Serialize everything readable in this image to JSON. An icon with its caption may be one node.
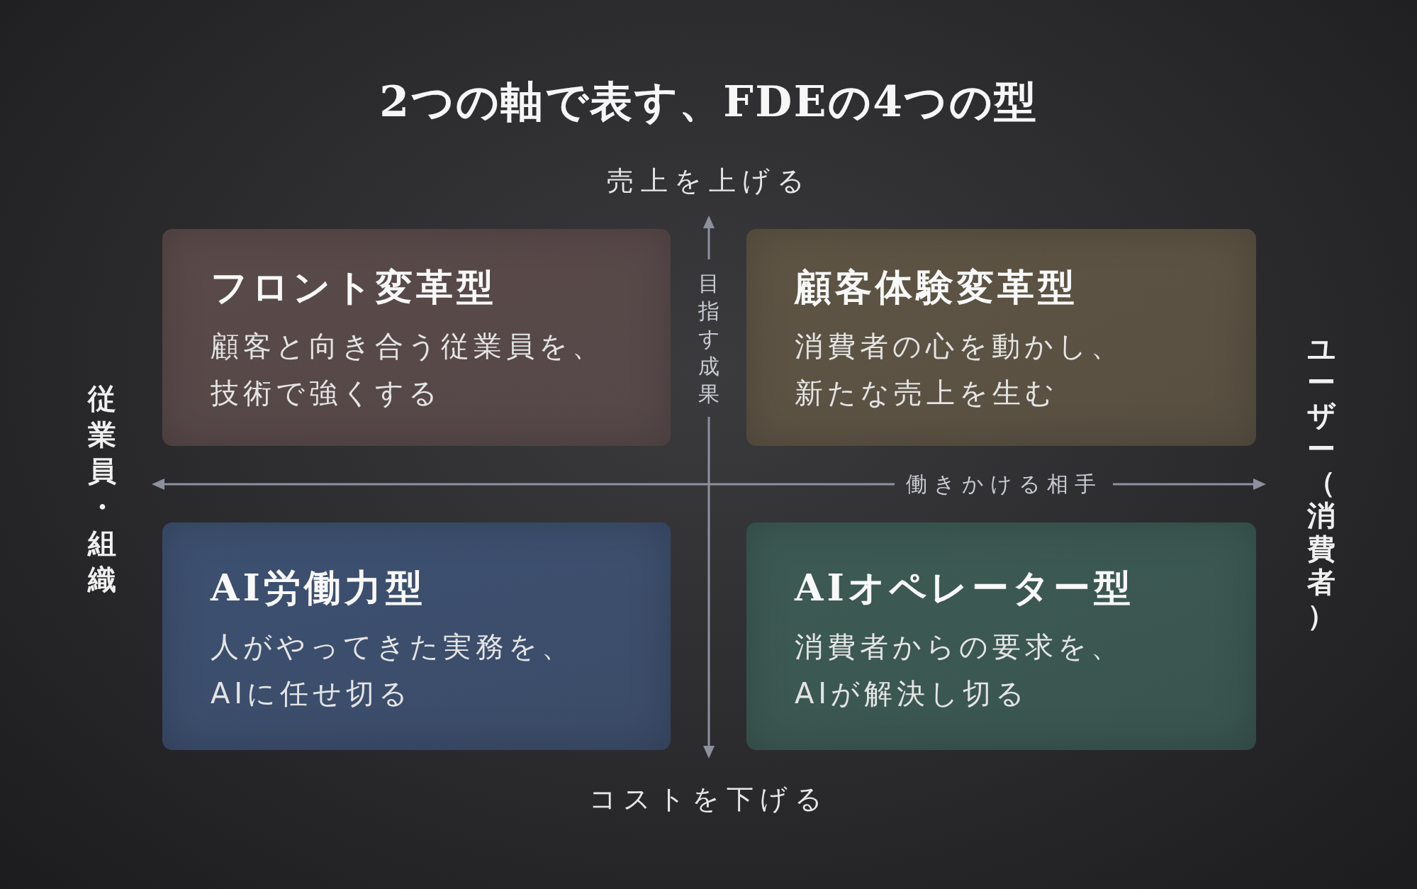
{
  "diagram": {
    "title": "2つの軸で表す、FDEの4つの型",
    "nodes": [
      {
        "text": [
          "フロント変革型",
          "顧客と向き合う従業員を、技術で強くする"
        ]
      },
      {
        "text": [
          "顧客体験変革型",
          "消費者の心を動かし、新たな売上を生む"
        ]
      },
      {
        "text": [
          "AI労働力型",
          "人がやってきた実務を、AIに任せ切る"
        ]
      },
      {
        "text": [
          "AIオペレーター型",
          "消費者からの要求を、AIが解決し切る"
        ]
      }
    ],
    "labels": [
      "売上を上げる",
      "目指す成果",
      "ユーザー（消費者）",
      "従業員・組織",
      "働きかける相手",
      "コストを下げる"
    ]
  }
}
